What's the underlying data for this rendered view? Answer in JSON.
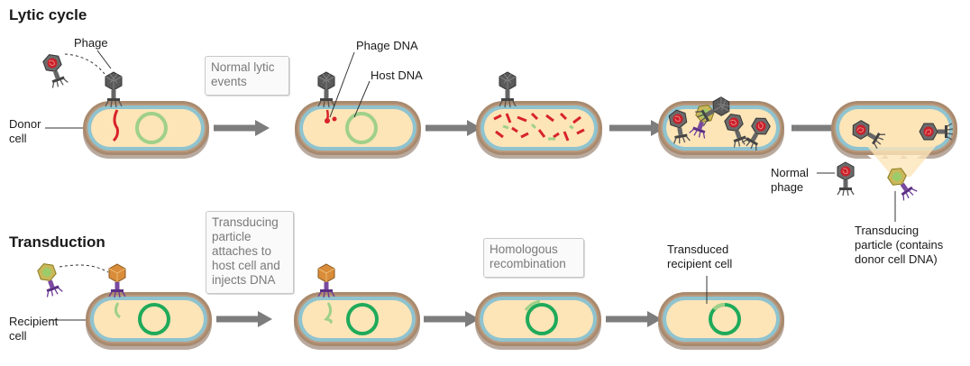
{
  "lytic": {
    "title": "Lytic cycle",
    "labels": {
      "phage": "Phage",
      "donor_cell": "Donor\ncell",
      "normal_events": "Normal lytic\nevents",
      "phage_dna": "Phage DNA",
      "host_dna": "Host DNA",
      "normal_phage": "Normal\nphage",
      "transducing_particle": "Transducing\nparticle (contains\ndonor cell DNA)"
    }
  },
  "transduction": {
    "title": "Transduction",
    "labels": {
      "recipient_cell": "Recipient\ncell",
      "attaches": "Transducing\nparticle\nattaches to\nhost cell and\ninjects DNA",
      "homologous": "Homologous\nrecombination",
      "transduced": "Transduced\nrecipient cell"
    }
  },
  "colors": {
    "cell_outer": "#a98a6e",
    "cell_membrane": "#8fc3cf",
    "cytoplasm": "#fde5b8",
    "host_dna_light": "#8fcc7c",
    "host_dna_dark": "#1faa5a",
    "phage_dna": "#d8232a",
    "arrow": "#7d7d7d"
  }
}
